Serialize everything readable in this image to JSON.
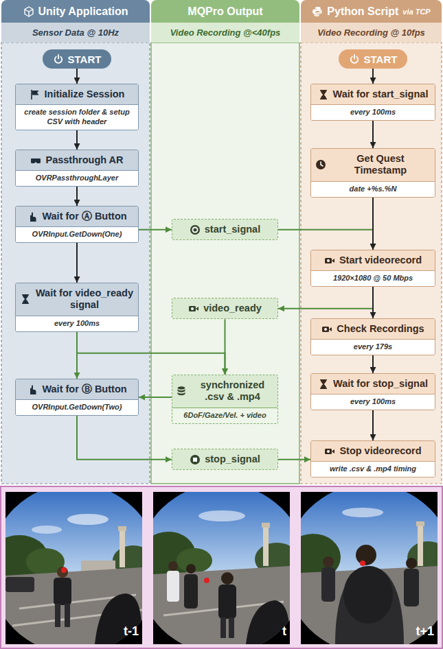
{
  "diagram": {
    "nodes": [
      {
        "text": [
          "Unity Application",
          "Sensor Data @ 10Hz"
        ]
      },
      {
        "text": [
          "START"
        ],
        "in": 0
      },
      {
        "text": [
          "Initialize Session",
          "create session folder & setup CSV with header"
        ],
        "in": 0
      },
      {
        "text": [
          "Passthrough AR",
          "OVRPassthroughLayer"
        ],
        "in": 0
      },
      {
        "text": [
          "Wait for Ⓐ Button",
          "OVRInput.GetDown(One)"
        ],
        "in": 0
      },
      {
        "text": [
          "Wait for video_ready signal",
          "every 100ms"
        ],
        "in": 0
      },
      {
        "text": [
          "Wait for Ⓑ Button",
          "OVRInput.GetDown(Two)"
        ],
        "in": 0
      },
      {
        "text": [
          "MQPro Output",
          "Video Recording @<40fps"
        ]
      },
      {
        "text": [
          "start_signal"
        ],
        "in": 7
      },
      {
        "text": [
          "video_ready"
        ],
        "in": 7
      },
      {
        "text": [
          "synchronized .csv & .mp4",
          "6DoF/Gaze/Vel. + video"
        ],
        "in": 7
      },
      {
        "text": [
          "stop_signal"
        ],
        "in": 7
      },
      {
        "text": [
          "Python Script",
          "via TCP",
          "Video Recording @ 10fps"
        ]
      },
      {
        "text": [
          "START"
        ],
        "in": 12
      },
      {
        "text": [
          "Wait for start_signal",
          "every 100ms"
        ],
        "in": 12
      },
      {
        "text": [
          "Get Quest Timestamp",
          "date +%s.%N"
        ],
        "in": 12
      },
      {
        "text": [
          "Start videorecord",
          "1920×1080 @ 50 Mbps"
        ],
        "in": 12
      },
      {
        "text": [
          "Check Recordings",
          "every 179s"
        ],
        "in": 12
      },
      {
        "text": [
          "Wait for stop_signal",
          "every 100ms"
        ],
        "in": 12
      },
      {
        "text": [
          "Stop videorecord",
          "write .csv & .mp4 timing"
        ],
        "in": 12
      }
    ],
    "edges": [
      {
        "from": 1,
        "to": 2,
        "arrow": "to"
      },
      {
        "from": 2,
        "to": 3,
        "arrow": "to"
      },
      {
        "from": 3,
        "to": 4,
        "arrow": "to"
      },
      {
        "from": 4,
        "to": 5,
        "arrow": "to"
      },
      {
        "from": 4,
        "to": 8,
        "arrow": "to"
      },
      {
        "from": 8,
        "to": 16,
        "arrow": "to"
      },
      {
        "from": 16,
        "to": 9,
        "arrow": "to"
      },
      {
        "from": 9,
        "to": 10,
        "arrow": "to"
      },
      {
        "from": 5,
        "to": 10,
        "arrow": "to"
      },
      {
        "from": 5,
        "to": 6,
        "arrow": "to"
      },
      {
        "from": 10,
        "to": 6,
        "arrow": "to"
      },
      {
        "from": 6,
        "to": 11,
        "arrow": "to"
      },
      {
        "from": 11,
        "to": 19,
        "arrow": "to"
      },
      {
        "from": 13,
        "to": 14,
        "arrow": "to"
      },
      {
        "from": 14,
        "to": 15,
        "arrow": "to"
      },
      {
        "from": 15,
        "to": 16,
        "arrow": "to"
      },
      {
        "from": 16,
        "to": 17,
        "arrow": "to"
      },
      {
        "from": 17,
        "to": 18,
        "arrow": "to"
      },
      {
        "from": 18,
        "to": 19,
        "arrow": "to"
      }
    ],
    "labels": [
      "t-1",
      "t",
      "t+1"
    ]
  }
}
